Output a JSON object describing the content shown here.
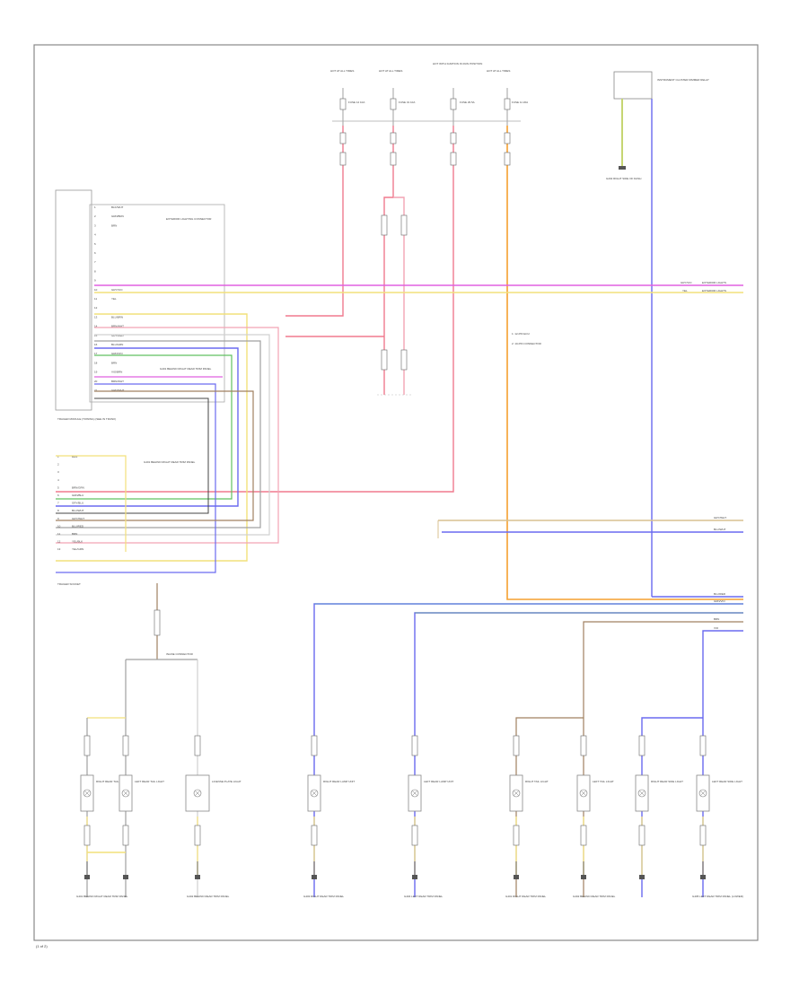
{
  "page": {
    "page_number": "(1 of 2)"
  },
  "fuses": [
    {
      "id": "fuse-1",
      "label": "HOT AT ALL TIMES",
      "fuse": "FUSE 12 10A"
    },
    {
      "id": "fuse-2",
      "label": "HOT AT ALL TIMES",
      "fuse": "FUSE 31 10A"
    },
    {
      "id": "fuse-3",
      "label": "HOT WITH IGNITION IN RUN POSITION",
      "fuse": "FUSE 29 5A"
    },
    {
      "id": "fuse-4",
      "label": "HOT AT ALL TIMES",
      "fuse": "FUSE 11 20A"
    }
  ],
  "relay_box": {
    "label": "INSTRUMENT CLUSTER DIMMER RELAY",
    "ground": "G202 RIGHT SIDE OF DASH"
  },
  "module": {
    "label": "TRAILER MODULE (TOWING) (SEE IN TRUNK)",
    "pins": [
      "BLK/WHT",
      "GRN/BRN",
      "BRN",
      "",
      "",
      "",
      "",
      "",
      "",
      "GRY/VIO",
      "YEL",
      "",
      "BLU/BRN",
      "BRN/WHT",
      "GRY/RED",
      "BLU/GRN",
      "GRN/VIO",
      "BRN",
      "VIO/BRN",
      "BRN/WHT",
      "GRN/WHT"
    ],
    "aux_label": "EXTERIOR LIGHTING CONNECTOR",
    "ground_label": "G401 BEHIND RIGHT REAR TRIM PANEL"
  },
  "trailer_socket": {
    "label": "TRAILER SOCKET",
    "pins": [
      "BRN",
      "",
      "",
      "",
      "BRN/GRN",
      "GRN/BLU",
      "GRY/BLU",
      "BLU/WHT",
      "GRY/WHT",
      "BLU/RED",
      "BRN",
      "YEL/BLK",
      "YEL/GRN"
    ],
    "ground_label": "G401 BEHIND RIGHT REAR TRIM PANEL"
  },
  "legend": {
    "item_1": "1: 12-PIN ECU",
    "item_2": "2: 10-PIN CONNECTOR"
  },
  "right_side_labels": {
    "gry_vio": "GRY/VIO",
    "yel": "YEL",
    "gry_wht": "GRY/WHT",
    "blu_wht": "BLU/WHT",
    "blu_red": "BLU/RED",
    "grn_vio": "GRN/VIO",
    "brn": "BRN",
    "vio": "VIO",
    "dest_1": "EXTERIOR LIGHTS",
    "dest_2": "EXTERIOR LIGHTS"
  },
  "splice": {
    "label": "INLINE CONNECTOR"
  },
  "lamps": [
    {
      "id": "lamp-1",
      "label": "RIGHT REAR TAIL LIGHT"
    },
    {
      "id": "lamp-2",
      "label": "LEFT REAR TAIL LIGHT"
    },
    {
      "id": "lamp-3",
      "label": "LICENSE PLATE LIGHT"
    },
    {
      "id": "lamp-4",
      "label": "RIGHT REAR LAMP UNIT"
    },
    {
      "id": "lamp-5",
      "label": "LEFT REAR LAMP UNIT"
    },
    {
      "id": "lamp-6",
      "label": "RIGHT TAIL LIGHT"
    },
    {
      "id": "lamp-7",
      "label": "LEFT TAIL LIGHT"
    },
    {
      "id": "lamp-8",
      "label": "RIGHT REAR SIDE LIGHT"
    },
    {
      "id": "lamp-9",
      "label": "LEFT REAR SIDE LIGHT"
    }
  ],
  "grounds": [
    {
      "id": "g-1",
      "label": "G401 BEHIND RIGHT REAR TRIM PANEL"
    },
    {
      "id": "g-2",
      "label": "G402 BEHIND REAR TRIM PANEL"
    },
    {
      "id": "g-3",
      "label": "G403 RIGHT REAR TRIM PANEL"
    },
    {
      "id": "g-4",
      "label": "G404 LEFT REAR TRIM PANEL"
    },
    {
      "id": "g-5",
      "label": "G401 RIGHT REAR TRIM PANEL"
    },
    {
      "id": "g-6",
      "label": "G402 BEHIND REAR TRIM PANEL"
    },
    {
      "id": "g-7",
      "label": "G405 LEFT REAR TRIM PANEL (LOWER)"
    }
  ],
  "wire_colors": {
    "red": "#f07a8e",
    "pink": "#f2a4b4",
    "magenta": "#e060e0",
    "yellow": "#f2e07a",
    "orange": "#f5a030",
    "blue": "#6a6af0",
    "green": "#60c060",
    "teal": "#50b0b0",
    "brown": "#a08060",
    "gray": "#a0a0a0",
    "tan": "#d8c090",
    "lightgray": "#d0d0d0",
    "black": "#444444"
  }
}
